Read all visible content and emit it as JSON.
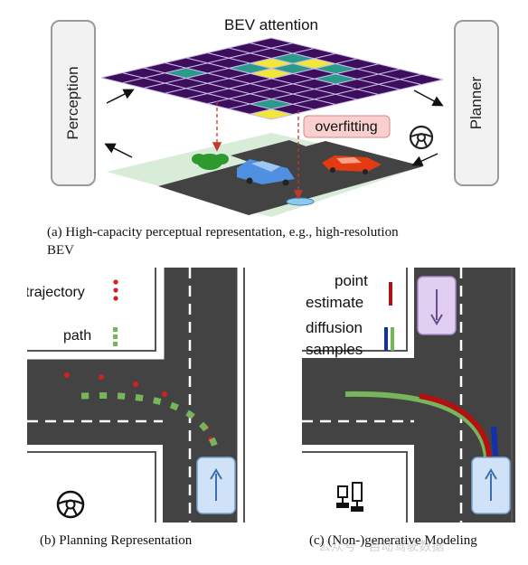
{
  "top": {
    "bev_title": "BEV attention",
    "perception_label": "Perception",
    "planner_label": "Planner",
    "overfitting_label": "overfitting",
    "caption_line1": "(a) High-capacity perceptual representation, e.g., high-resolution",
    "caption_line2": "BEV"
  },
  "panel_b": {
    "legend_trajectory": "trajectory",
    "legend_path": "path",
    "caption": "(b) Planning Representation"
  },
  "panel_c": {
    "legend_point": "point",
    "legend_estimate": "estimate",
    "legend_diffusion": "diffusion",
    "legend_samples": "samples",
    "caption": "(c) (Non-)generative Modeling",
    "watermark": "公众号 · 自动驾驶数据"
  },
  "colors": {
    "grid_purple": "#3c0e5c",
    "teal": "#2a9a8a",
    "yellow": "#f1e63a",
    "road": "#434343",
    "trajectory_red": "#d62020",
    "path_green": "#78b45c",
    "point_estimate": "#b01212",
    "diffusion_blue": "#1030b0",
    "ego_fill": "#cfe2f7",
    "goal_fill": "#e0cff0"
  },
  "icons": [
    "steering-wheel-icon",
    "pedals-icon",
    "up-arrow-icon",
    "down-arrow-icon"
  ]
}
